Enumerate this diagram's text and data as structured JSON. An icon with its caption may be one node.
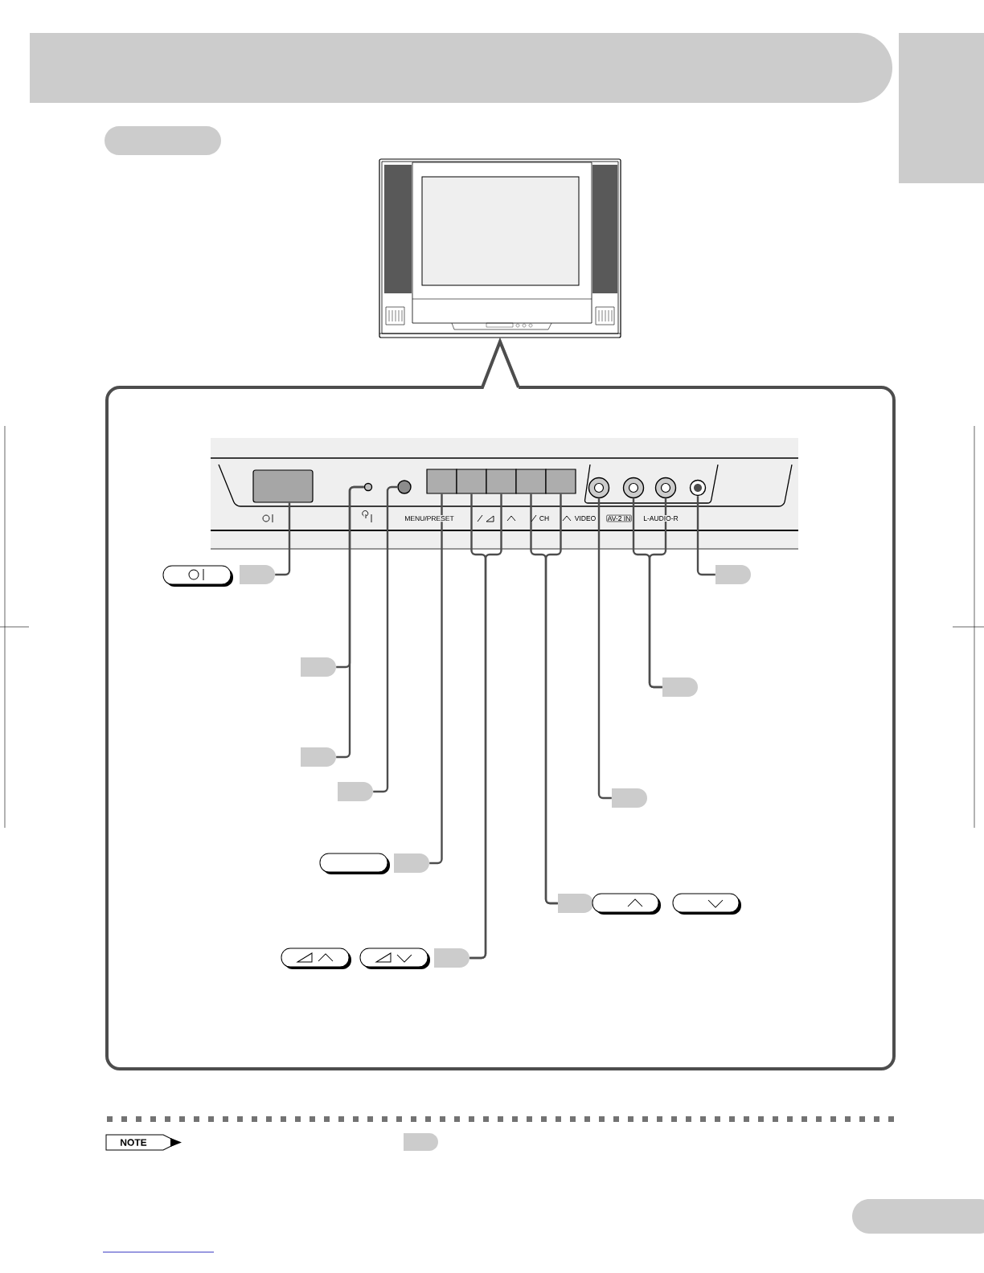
{
  "diagram": {
    "nodes": [
      {
        "text": [],
        "shape": "button"
      },
      {
        "text": [],
        "shape": "circle"
      },
      {
        "text": [],
        "shape": "circle"
      },
      {
        "text": [],
        "shape": "button"
      },
      {
        "text": [],
        "shape": "button"
      },
      {
        "text": [],
        "shape": "button"
      },
      {
        "text": [],
        "shape": "button"
      },
      {
        "text": [],
        "shape": "button"
      },
      {
        "text": [],
        "shape": "circle"
      },
      {
        "text": [],
        "shape": "circle"
      },
      {
        "text": [],
        "shape": "circle"
      },
      {
        "text": [],
        "shape": "circle"
      },
      {
        "text": [],
        "shape": "tab"
      },
      {
        "text": [],
        "shape": "tab"
      },
      {
        "text": [],
        "shape": "tab"
      },
      {
        "text": [],
        "shape": "tab"
      },
      {
        "text": [],
        "shape": "tab"
      },
      {
        "text": [],
        "shape": "tab"
      },
      {
        "text": [],
        "shape": "tab"
      },
      {
        "text": [],
        "shape": "tab"
      },
      {
        "text": [],
        "shape": "tab"
      },
      {
        "text": [],
        "shape": "tab"
      },
      {
        "text": [],
        "shape": "band"
      },
      {
        "text": [],
        "shape": "box"
      },
      {
        "text": [],
        "shape": "pill"
      },
      {
        "text": [],
        "shape": "tab"
      },
      {
        "text": [],
        "shape": "pill"
      }
    ],
    "edges": [
      {
        "from": 0,
        "to": 12,
        "arrow": "none"
      },
      {
        "from": 1,
        "to": 13,
        "arrow": "none"
      },
      {
        "from": 1,
        "to": 14,
        "arrow": "none"
      },
      {
        "from": 2,
        "to": 15,
        "arrow": "none"
      },
      {
        "from": 3,
        "to": 16,
        "arrow": "none"
      },
      {
        "from": 4,
        "to": 17,
        "arrow": "none"
      },
      {
        "from": 5,
        "to": 17,
        "arrow": "none"
      },
      {
        "from": 6,
        "to": 18,
        "arrow": "none"
      },
      {
        "from": 7,
        "to": 18,
        "arrow": "none"
      },
      {
        "from": 8,
        "to": 19,
        "arrow": "none"
      },
      {
        "from": 9,
        "to": 20,
        "arrow": "none"
      },
      {
        "from": 10,
        "to": 20,
        "arrow": "none"
      },
      {
        "from": 11,
        "to": 21,
        "arrow": "none"
      }
    ],
    "labels": [
      "MENU/PRESET",
      "CH",
      "VIDEO",
      "AV-2 IN",
      "L-AUDIO-R",
      "NOTE"
    ]
  }
}
